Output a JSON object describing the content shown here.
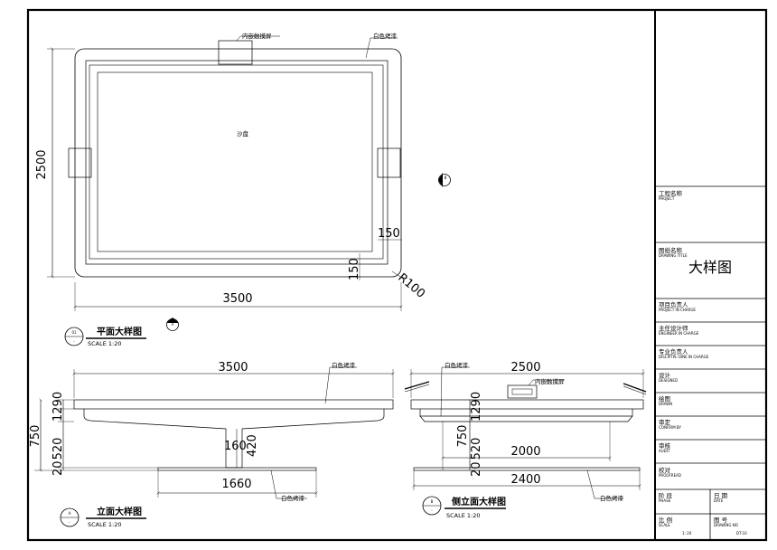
{
  "plan": {
    "touch_screen": "内嵌触摸屏",
    "white_paint": "白色烤漆",
    "sand_table": "沙盘",
    "dim_height": "2500",
    "dim_width": "3500",
    "dim_150_top": "150",
    "dim_150_side": "150",
    "radius": "R100",
    "marker_b": "B",
    "marker_a": "A"
  },
  "plan_title": {
    "number": "01",
    "dash": "-",
    "name": "平面大样图",
    "scale": "SCALE 1:20"
  },
  "front": {
    "dim_width": "3500",
    "white_paint_top": "白色烤漆",
    "dim_750": "750",
    "dim_520": "520",
    "dim_20": "20",
    "dim_1290": "1290",
    "dim_160": "160",
    "dim_420": "420",
    "dim_1660": "1660",
    "white_paint_bottom": "白色烤漆"
  },
  "front_title": {
    "letter": "A",
    "dash": "-",
    "name": "立面大样图",
    "scale": "SCALE 1:20"
  },
  "side": {
    "white_paint_top": "白色烤漆",
    "dim_2500": "2500",
    "touch_screen": "内嵌触摸屏",
    "dim_750": "750",
    "dim_520": "520",
    "dim_20": "20",
    "dim_1290": "1290",
    "dim_2000": "2000",
    "dim_2400": "2400",
    "white_paint_bottom": "白色烤漆"
  },
  "side_title": {
    "letter": "B",
    "dash": "-",
    "name": "侧立面大样图",
    "scale": "SCALE 1:20"
  },
  "title_block": {
    "project_cn": "工程名称",
    "project_en": "PROJECT",
    "drawing_title_cn": "图纸名称",
    "drawing_title_en": "DRAWING TITLE",
    "drawing_name": "大样图",
    "pic_cn": "项目负责人",
    "pic_en": "PROJECT IN CHARGE",
    "eic_cn": "主任设计师",
    "eic_en": "ENGINEER IN CHARGE",
    "dic_cn": "专业负责人",
    "dic_en": "DISCIPTPL-OINE IN CHARGE",
    "designed_cn": "设计",
    "designed_en": "DESIGNED",
    "drawn_cn": "绘图",
    "drawn_en": "DRAWN",
    "confirm_cn": "审定",
    "confirm_en": "CONFIRM BY",
    "audit_cn": "审核",
    "audit_en": "AUDIT",
    "proof_cn": "校对",
    "proof_en": "PROOFREAD",
    "phase_cn": "阶 段",
    "phase_en": "PHASE",
    "date_cn": "日 期",
    "date_en": "DATE",
    "scale_cn": "比 例",
    "scale_en": "SCALE",
    "scale_value": "1: 20",
    "drawing_no_cn": "图 号",
    "drawing_no_en": "DRAWING NO",
    "drawing_no_value": "DT-10"
  }
}
